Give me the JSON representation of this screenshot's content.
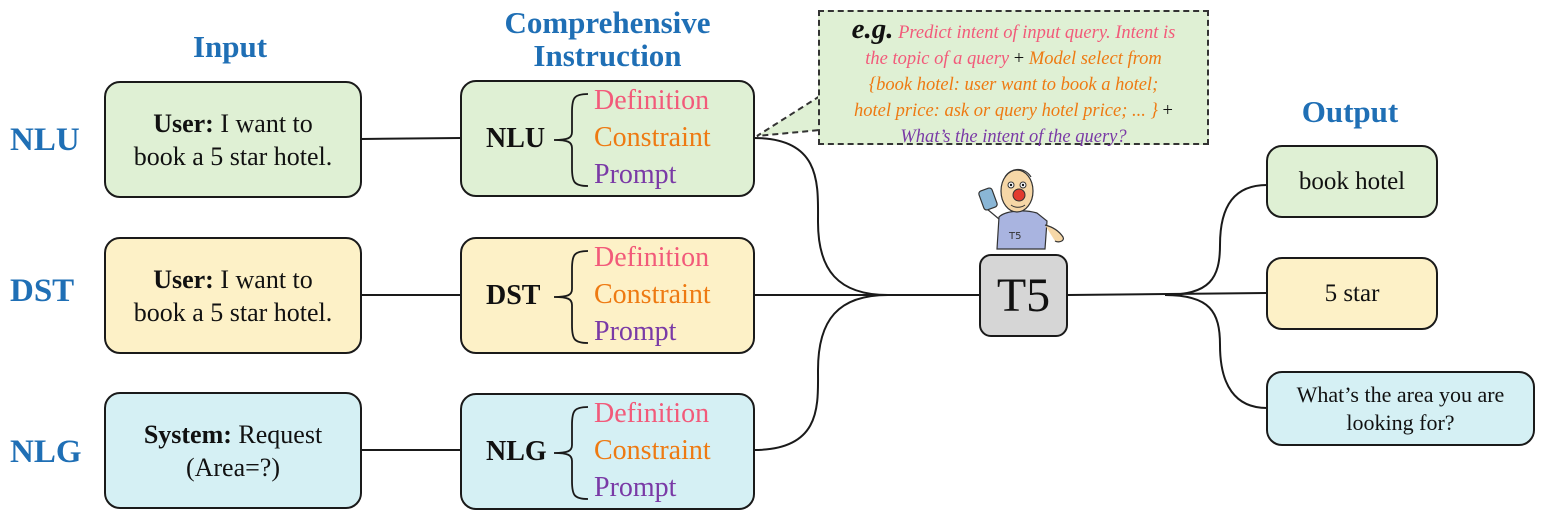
{
  "headers": {
    "input": "Input",
    "instruction_line1": "Comprehensive",
    "instruction_line2": "Instruction",
    "output": "Output"
  },
  "rows": [
    {
      "label": "NLU",
      "input_speaker": "User:",
      "input_line1_rest": " I want to",
      "input_line2": "book a 5 star hotel.",
      "task": "NLU",
      "items": {
        "definition": "Definition",
        "constraint": "Constraint",
        "prompt": "Prompt"
      },
      "output": "book hotel"
    },
    {
      "label": "DST",
      "input_speaker": "User:",
      "input_line1_rest": " I want to",
      "input_line2": "book a 5 star hotel.",
      "task": "DST",
      "items": {
        "definition": "Definition",
        "constraint": "Constraint",
        "prompt": "Prompt"
      },
      "output": "5 star"
    },
    {
      "label": "NLG",
      "input_speaker": "System:",
      "input_line1_rest": " Request",
      "input_line2": "(Area=?)",
      "task": "NLG",
      "items": {
        "definition": "Definition",
        "constraint": "Constraint",
        "prompt": "Prompt"
      },
      "output_line1": "What’s the area you are",
      "output_line2": "looking for?"
    }
  ],
  "example": {
    "label": "e.g.",
    "definition_line1": " Predict intent of input query. Intent is",
    "definition_line2": "the topic of a query",
    "plus1": " + ",
    "constraint_part1": "Model select from",
    "constraint_line2": "{book hotel: user want to book a hotel;",
    "constraint_line3": "hotel price: ask or query hotel price; ... }",
    "plus2": " +",
    "prompt": "What’s the intent of the query?"
  },
  "model": {
    "label": "T5",
    "mascot_shirt": "T5"
  },
  "colors": {
    "header_blue": "#1f6fb5",
    "green_fill": "#dff0d4",
    "yellow_fill": "#fdf1c7",
    "blue_fill": "#d5f0f4",
    "definition": "#f25a7a",
    "constraint": "#ee7a12",
    "prompt": "#7a3aa6",
    "t5_fill": "#d6d6d6"
  }
}
